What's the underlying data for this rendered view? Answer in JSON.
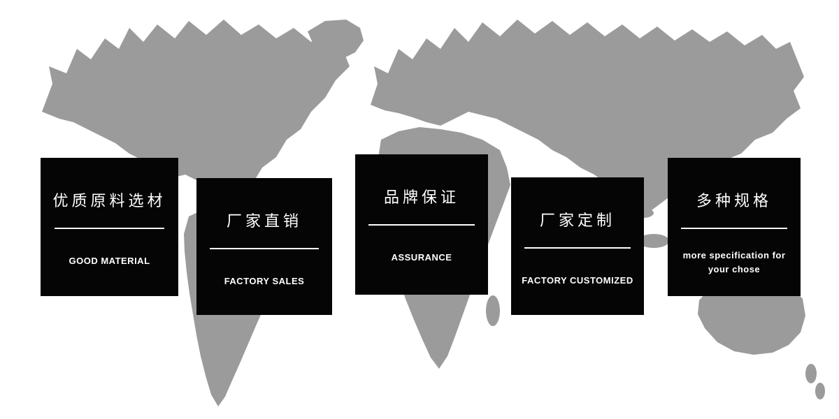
{
  "banner": {
    "background_color": "#ffffff",
    "map_color": "#9b9b9b",
    "card_background": "#050505",
    "card_text_color": "#ffffff"
  },
  "cards": [
    {
      "title_cn": "优质原料选材",
      "subtitle_en": "GOOD MATERIAL"
    },
    {
      "title_cn": "厂家直销",
      "subtitle_en": "FACTORY SALES"
    },
    {
      "title_cn": "品牌保证",
      "subtitle_en": "ASSURANCE"
    },
    {
      "title_cn": "厂家定制",
      "subtitle_en": "FACTORY CUSTOMIZED"
    },
    {
      "title_cn": "多种规格",
      "subtitle_en": "more specification for your chose"
    }
  ]
}
